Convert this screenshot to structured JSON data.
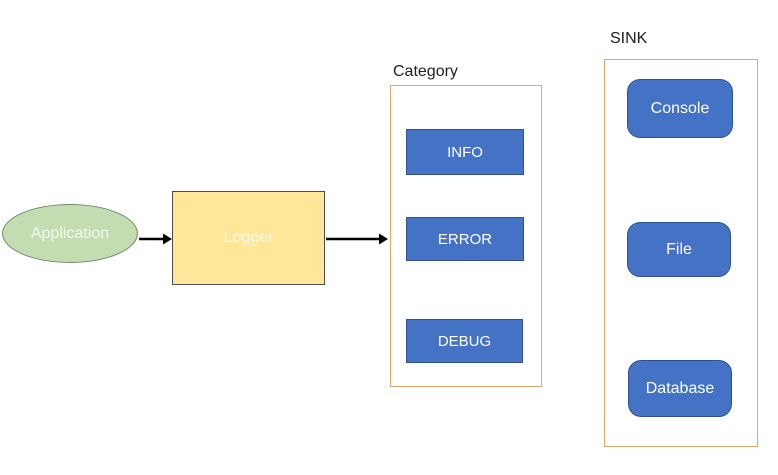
{
  "diagram": {
    "application": {
      "label": "Application"
    },
    "logger": {
      "label": "Logger"
    },
    "category": {
      "title": "Category",
      "items": [
        {
          "label": "INFO"
        },
        {
          "label": "ERROR"
        },
        {
          "label": "DEBUG"
        }
      ]
    },
    "sink": {
      "title": "SINK",
      "items": [
        {
          "label": "Console"
        },
        {
          "label": "File"
        },
        {
          "label": "Database"
        }
      ]
    },
    "colors": {
      "application_fill": "#c3dcb1",
      "application_border": "#6f8a6b",
      "application_text": "#f4f9f0",
      "logger_fill": "#ffe699",
      "logger_border": "#4d4d4d",
      "logger_text": "#fdf8e7",
      "node_fill": "#4472c4",
      "node_border": "#2f528f",
      "node_text": "#ffffff",
      "group_border": "#dba76b",
      "group_title_text": "#1f1f1f",
      "arrow": "#000000",
      "background": "#ffffff"
    }
  }
}
